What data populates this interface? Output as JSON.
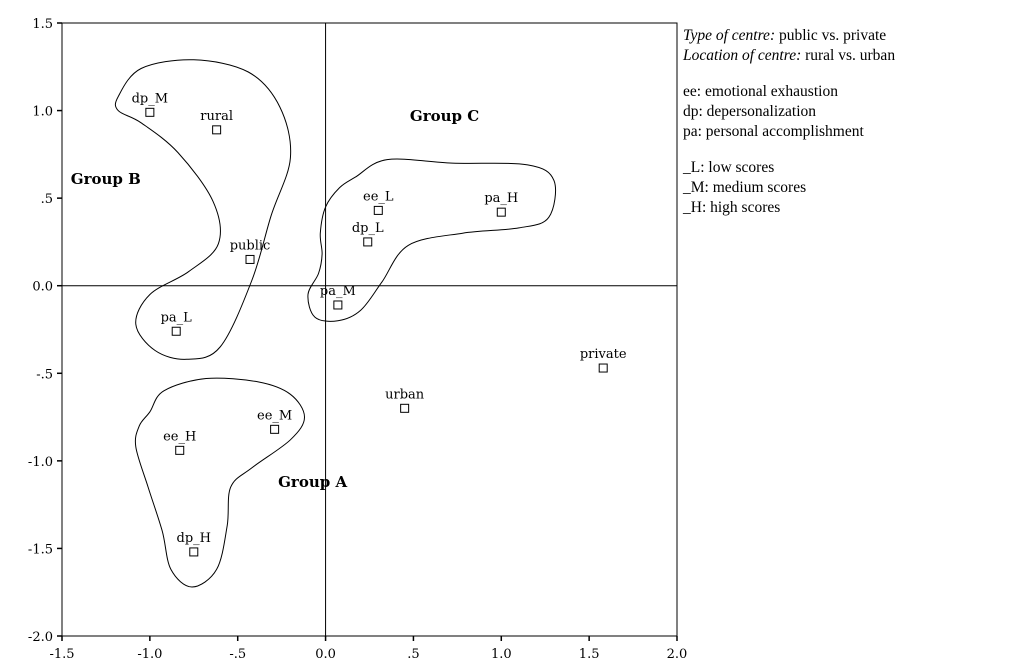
{
  "chart_data": {
    "type": "scatter",
    "title": "",
    "xlabel": "",
    "ylabel": "",
    "xlim": [
      -1.5,
      2.0
    ],
    "ylim": [
      -2.0,
      1.5
    ],
    "x_ticks": [
      {
        "value": -1.5,
        "label": "-1.5"
      },
      {
        "value": -1.0,
        "label": "-1.0"
      },
      {
        "value": -0.5,
        "label": "-.5"
      },
      {
        "value": 0.0,
        "label": "0.0"
      },
      {
        "value": 0.5,
        "label": ".5"
      },
      {
        "value": 1.0,
        "label": "1.0"
      },
      {
        "value": 1.5,
        "label": "1.5"
      },
      {
        "value": 2.0,
        "label": "2.0"
      }
    ],
    "y_ticks": [
      {
        "value": 1.5,
        "label": "1.5"
      },
      {
        "value": 1.0,
        "label": "1.0"
      },
      {
        "value": 0.5,
        "label": ".5"
      },
      {
        "value": 0.0,
        "label": "0.0"
      },
      {
        "value": -0.5,
        "label": "-.5"
      },
      {
        "value": -1.0,
        "label": "-1.0"
      },
      {
        "value": -1.5,
        "label": "-1.5"
      },
      {
        "value": -2.0,
        "label": "-2.0"
      }
    ],
    "reference_lines": {
      "x": 0.0,
      "y": 0.0
    },
    "points": [
      {
        "label": "dp_M",
        "x": -1.0,
        "y": 0.99
      },
      {
        "label": "rural",
        "x": -0.62,
        "y": 0.89
      },
      {
        "label": "public",
        "x": -0.43,
        "y": 0.15
      },
      {
        "label": "pa_L",
        "x": -0.85,
        "y": -0.26
      },
      {
        "label": "ee_L",
        "x": 0.3,
        "y": 0.43
      },
      {
        "label": "dp_L",
        "x": 0.24,
        "y": 0.25
      },
      {
        "label": "pa_H",
        "x": 1.0,
        "y": 0.42
      },
      {
        "label": "pa_M",
        "x": 0.07,
        "y": -0.11
      },
      {
        "label": "ee_M",
        "x": -0.29,
        "y": -0.82
      },
      {
        "label": "ee_H",
        "x": -0.83,
        "y": -0.94
      },
      {
        "label": "dp_H",
        "x": -0.75,
        "y": -1.52
      },
      {
        "label": "urban",
        "x": 0.45,
        "y": -0.7
      },
      {
        "label": "private",
        "x": 1.58,
        "y": -0.47
      }
    ],
    "groups": [
      {
        "name": "Group A",
        "label_at": [
          -0.27,
          -1.15
        ],
        "outline": [
          [
            -1.0,
            -0.72
          ],
          [
            -0.92,
            -0.6
          ],
          [
            -0.68,
            -0.53
          ],
          [
            -0.38,
            -0.55
          ],
          [
            -0.2,
            -0.62
          ],
          [
            -0.12,
            -0.75
          ],
          [
            -0.2,
            -0.88
          ],
          [
            -0.42,
            -1.04
          ],
          [
            -0.54,
            -1.15
          ],
          [
            -0.56,
            -1.37
          ],
          [
            -0.62,
            -1.62
          ],
          [
            -0.76,
            -1.72
          ],
          [
            -0.88,
            -1.62
          ],
          [
            -0.93,
            -1.4
          ],
          [
            -1.01,
            -1.15
          ],
          [
            -1.08,
            -0.92
          ],
          [
            -1.06,
            -0.8
          ]
        ]
      },
      {
        "name": "Group B",
        "label_at": [
          -1.45,
          0.58
        ],
        "outline": [
          [
            -1.18,
            1.08
          ],
          [
            -1.05,
            1.24
          ],
          [
            -0.75,
            1.29
          ],
          [
            -0.44,
            1.22
          ],
          [
            -0.26,
            1.02
          ],
          [
            -0.2,
            0.73
          ],
          [
            -0.31,
            0.4
          ],
          [
            -0.42,
            0.03
          ],
          [
            -0.6,
            -0.35
          ],
          [
            -0.79,
            -0.42
          ],
          [
            -0.97,
            -0.37
          ],
          [
            -1.08,
            -0.22
          ],
          [
            -1.0,
            -0.05
          ],
          [
            -0.78,
            0.08
          ],
          [
            -0.61,
            0.24
          ],
          [
            -0.64,
            0.48
          ],
          [
            -0.84,
            0.76
          ],
          [
            -1.05,
            0.93
          ],
          [
            -1.18,
            1.0
          ]
        ]
      },
      {
        "name": "Group C",
        "label_at": [
          0.48,
          0.94
        ],
        "outline": [
          [
            0.17,
            0.62
          ],
          [
            0.35,
            0.72
          ],
          [
            0.72,
            0.7
          ],
          [
            1.15,
            0.69
          ],
          [
            1.3,
            0.6
          ],
          [
            1.27,
            0.39
          ],
          [
            1.1,
            0.33
          ],
          [
            0.78,
            0.3
          ],
          [
            0.47,
            0.23
          ],
          [
            0.32,
            0.02
          ],
          [
            0.2,
            -0.14
          ],
          [
            0.07,
            -0.2
          ],
          [
            -0.06,
            -0.18
          ],
          [
            -0.1,
            -0.05
          ],
          [
            -0.04,
            0.07
          ],
          [
            -0.02,
            0.18
          ],
          [
            -0.03,
            0.3
          ],
          [
            0.0,
            0.45
          ],
          [
            0.08,
            0.56
          ]
        ]
      }
    ]
  },
  "legend": {
    "line1_key": "Type of centre:",
    "line1_value": " public vs. private",
    "line2_key": "Location of centre:",
    "line2_value": " rural vs. urban",
    "line3": "ee: emotional exhaustion",
    "line4": "dp: depersonalization",
    "line5": "pa: personal accomplishment",
    "line6": "_L: low scores",
    "line7": "_M: medium scores",
    "line8": "_H: high scores"
  }
}
